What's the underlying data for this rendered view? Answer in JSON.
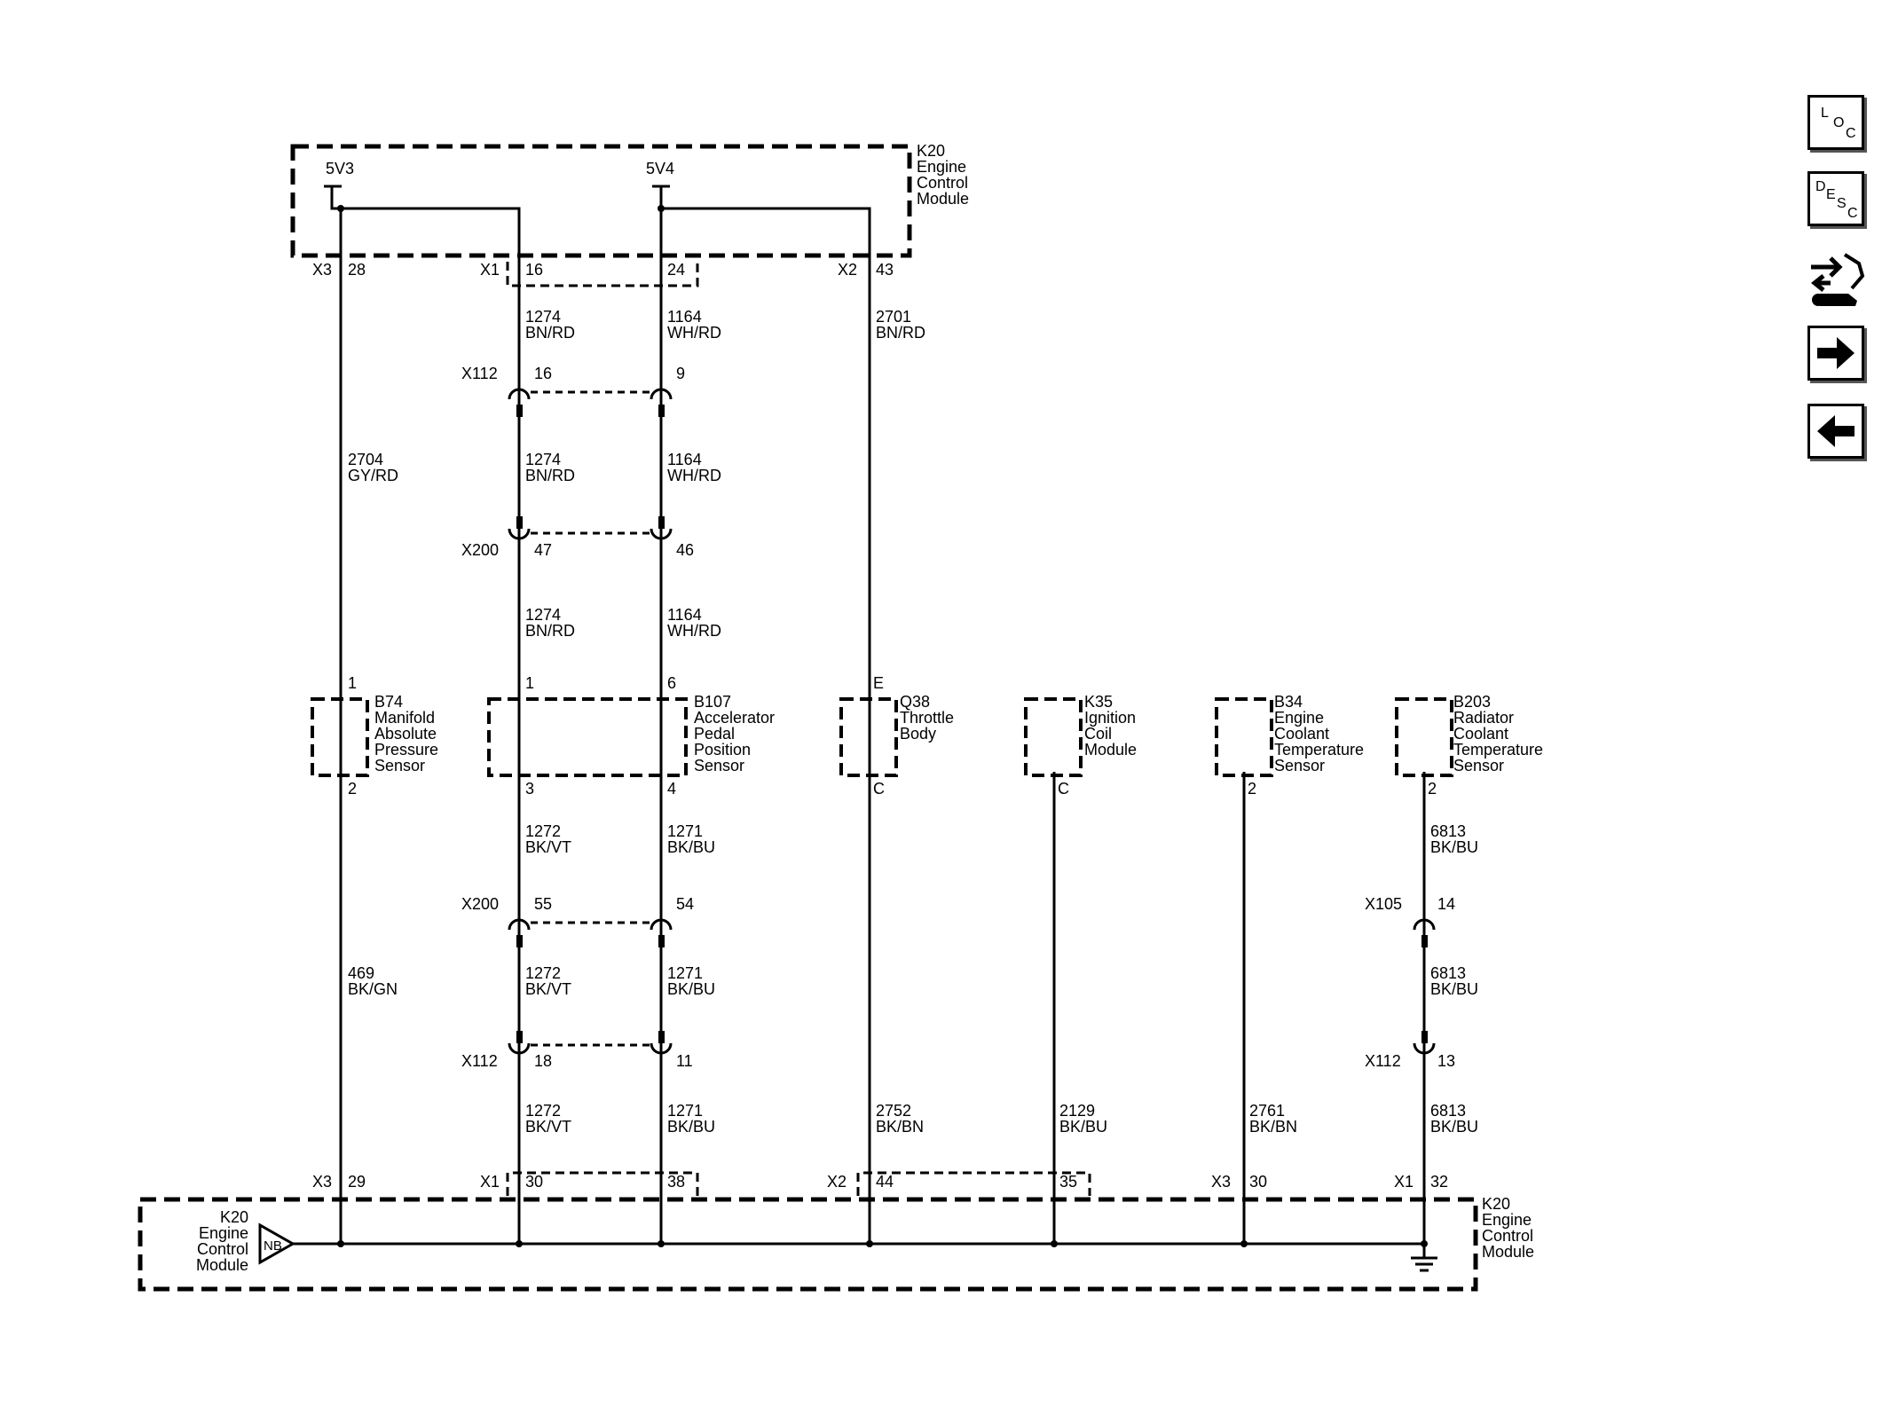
{
  "toolbar": {
    "loc": {
      "l": "L",
      "o": "O",
      "c": "C"
    },
    "desc": {
      "d": "D",
      "e": "E",
      "s": "S",
      "c": "C"
    },
    "icons": [
      "loc-icon",
      "desc-icon",
      "wrench-connector-icon",
      "arrow-right-icon",
      "arrow-left-icon"
    ]
  },
  "ecm_top": {
    "name": [
      "K20",
      "Engine",
      "Control",
      "Module"
    ],
    "sup1": "5V3",
    "sup2": "5V4"
  },
  "ecm_bottom": {
    "name_left": [
      "K20",
      "Engine",
      "Control",
      "Module"
    ],
    "name_right": [
      "K20",
      "Engine",
      "Control",
      "Module"
    ],
    "nb": "NB"
  },
  "top_pins": {
    "x3": "X3",
    "p28": "28",
    "x1": "X1",
    "p16": "16",
    "p24": "24",
    "x2": "X2",
    "p43": "43"
  },
  "top_wires": {
    "w2704": [
      "2704",
      "GY/RD"
    ],
    "w1274a": [
      "1274",
      "BN/RD"
    ],
    "w1164a": [
      "1164",
      "WH/RD"
    ],
    "w2701": [
      "2701",
      "BN/RD"
    ],
    "w1274b": [
      "1274",
      "BN/RD"
    ],
    "w1164b": [
      "1164",
      "WH/RD"
    ],
    "w1274c": [
      "1274",
      "BN/RD"
    ],
    "w1164c": [
      "1164",
      "WH/RD"
    ]
  },
  "connectors": {
    "x112a": {
      "name": "X112",
      "p1": "16",
      "p2": "9"
    },
    "x200a": {
      "name": "X200",
      "p1": "47",
      "p2": "46"
    },
    "x200b": {
      "name": "X200",
      "p1": "55",
      "p2": "54"
    },
    "x112b": {
      "name": "X112",
      "p1": "18",
      "p2": "11"
    },
    "x105": {
      "name": "X105",
      "p1": "14"
    },
    "x112c": {
      "name": "X112",
      "p1": "13"
    }
  },
  "components": {
    "b74": {
      "top": "1",
      "bottom": "2",
      "label": [
        "B74",
        "Manifold",
        "Absolute",
        "Pressure",
        "Sensor"
      ]
    },
    "b107": {
      "top1": "1",
      "top2": "6",
      "bottom1": "3",
      "bottom2": "4",
      "label": [
        "B107",
        "Accelerator",
        "Pedal",
        "Position",
        "Sensor"
      ]
    },
    "q38": {
      "top": "E",
      "bottom": "C",
      "label": [
        "Q38",
        "Throttle",
        "Body"
      ]
    },
    "k35": {
      "bottom": "C",
      "label": [
        "K35",
        "Ignition",
        "Coil",
        "Module"
      ]
    },
    "b34": {
      "bottom": "2",
      "label": [
        "B34",
        "Engine",
        "Coolant",
        "Temperature",
        "Sensor"
      ]
    },
    "b203": {
      "bottom": "2",
      "label": [
        "B203",
        "Radiator",
        "Coolant",
        "Temperature",
        "Sensor"
      ]
    }
  },
  "bottom_wires": {
    "w1272a": [
      "1272",
      "BK/VT"
    ],
    "w1271a": [
      "1271",
      "BK/BU"
    ],
    "w6813a": [
      "6813",
      "BK/BU"
    ],
    "w469": [
      "469",
      "BK/GN"
    ],
    "w1272b": [
      "1272",
      "BK/VT"
    ],
    "w1271b": [
      "1271",
      "BK/BU"
    ],
    "w6813b": [
      "6813",
      "BK/BU"
    ],
    "w1272c": [
      "1272",
      "BK/VT"
    ],
    "w1271c": [
      "1271",
      "BK/BU"
    ],
    "w2752": [
      "2752",
      "BK/BN"
    ],
    "w2129": [
      "2129",
      "BK/BU"
    ],
    "w2761": [
      "2761",
      "BK/BN"
    ],
    "w6813c": [
      "6813",
      "BK/BU"
    ]
  },
  "bottom_pins": {
    "x3a": "X3",
    "p29": "29",
    "x1": "X1",
    "p30": "30",
    "p38": "38",
    "x2": "X2",
    "p44": "44",
    "p35": "35",
    "x3b": "X3",
    "p30b": "30",
    "x1b": "X1",
    "p32": "32"
  }
}
